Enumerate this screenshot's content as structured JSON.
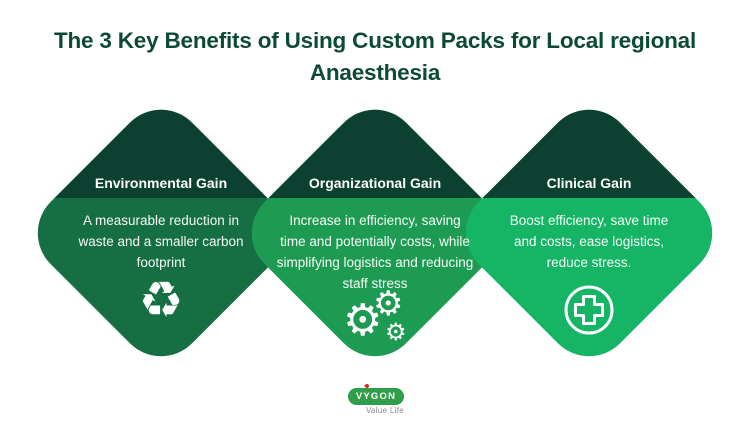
{
  "title": {
    "line1": "The 3 Key Benefits of Using Custom Packs for Local regional",
    "line2": "Anaesthesia"
  },
  "benefits": [
    {
      "label": "Environmental Gain",
      "description": "A measurable reduction in waste and a smaller carbon footprint",
      "icon": "recycle-icon",
      "icon_glyph": "♻",
      "header_color": "#0c4031",
      "body_color": "#156f42"
    },
    {
      "label": "Organizational Gain",
      "description": "Increase in efficiency, saving time and potentially costs, while simplifying logistics and reducing staff stress",
      "icon": "gears-icon",
      "icon_glyph": "⚙",
      "header_color": "#0c4031",
      "body_color": "#1e9b52"
    },
    {
      "label": "Clinical Gain",
      "description": "Boost efficiency, save time and costs, ease logistics, reduce stress.",
      "icon": "medical-cross-icon",
      "header_color": "#0c4031",
      "body_color": "#15b565"
    }
  ],
  "footer": {
    "brand": "VYGON",
    "tagline": "Value Life"
  },
  "colors": {
    "title": "#0d4a35",
    "background": "#ffffff",
    "brand": "#2f9e4b",
    "accent": "#e1251b"
  }
}
